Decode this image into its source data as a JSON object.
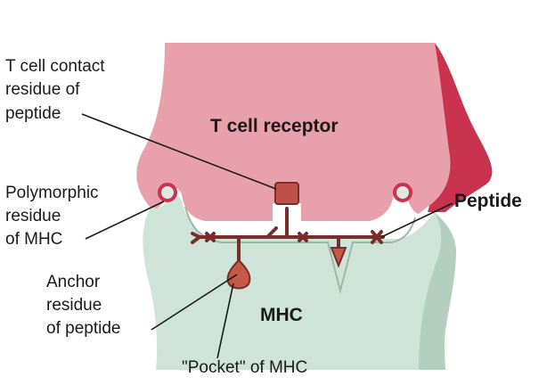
{
  "labels": {
    "tcell_contact": [
      "T cell contact",
      "residue of",
      "peptide"
    ],
    "tcell_receptor": "T cell receptor",
    "polymorphic": [
      "Polymorphic",
      "residue",
      "of MHC"
    ],
    "peptide": "Peptide",
    "anchor": [
      "Anchor",
      "residue",
      "of peptide"
    ],
    "mhc": "MHC",
    "pocket": "\"Pocket\" of MHC"
  },
  "colors": {
    "receptor_fill": "#e8a0ac",
    "receptor_side": "#c9334e",
    "mhc_fill": "#cfe4d8",
    "mhc_side": "#b4cfc0",
    "peptide": "#7a2d2a",
    "contact_residue": "#c0504a",
    "anchor_residue": "#c45a45",
    "polymorphic_residue": "#dfe9e2"
  }
}
